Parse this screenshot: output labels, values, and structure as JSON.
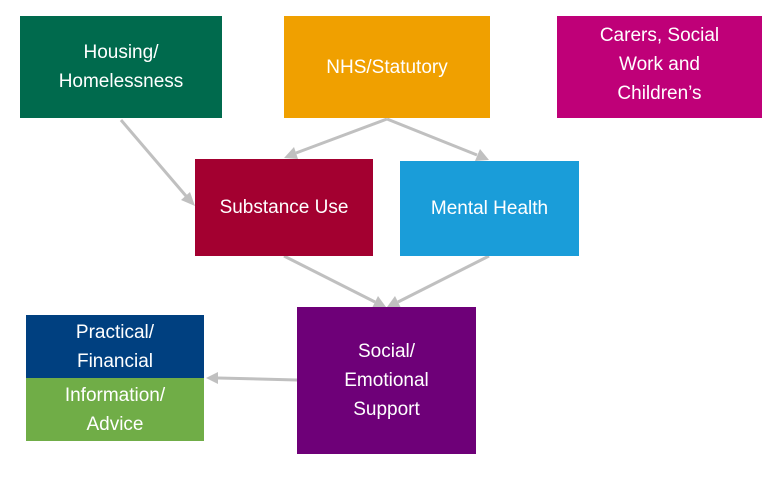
{
  "nodes": [
    {
      "id": "housing",
      "label": "Housing/\nHomelessness",
      "color": "#006a4d"
    },
    {
      "id": "nhs",
      "label": "NHS/Statutory",
      "color": "#f0a000"
    },
    {
      "id": "carers",
      "label": "Carers, Social\nWork and\nChildren’s",
      "color": "#bf0078"
    },
    {
      "id": "substance",
      "label": "Substance Use",
      "color": "#a30030"
    },
    {
      "id": "mental",
      "label": "Mental Health",
      "color": "#1a9dd9"
    },
    {
      "id": "social",
      "label": "Social/\nEmotional\nSupport",
      "color": "#6e0078"
    },
    {
      "id": "practical",
      "label": "Practical/\nFinancial",
      "color": "#004080"
    },
    {
      "id": "info",
      "label": "Information/\nAdvice",
      "color": "#70ad47"
    }
  ],
  "edges": [
    {
      "from": "housing",
      "to": "substance"
    },
    {
      "from": "nhs",
      "to": "substance"
    },
    {
      "from": "nhs",
      "to": "mental"
    },
    {
      "from": "substance",
      "to": "social"
    },
    {
      "from": "mental",
      "to": "social"
    },
    {
      "from": "social",
      "to": "practical-info"
    }
  ],
  "edge_color": "#c0c0c0"
}
